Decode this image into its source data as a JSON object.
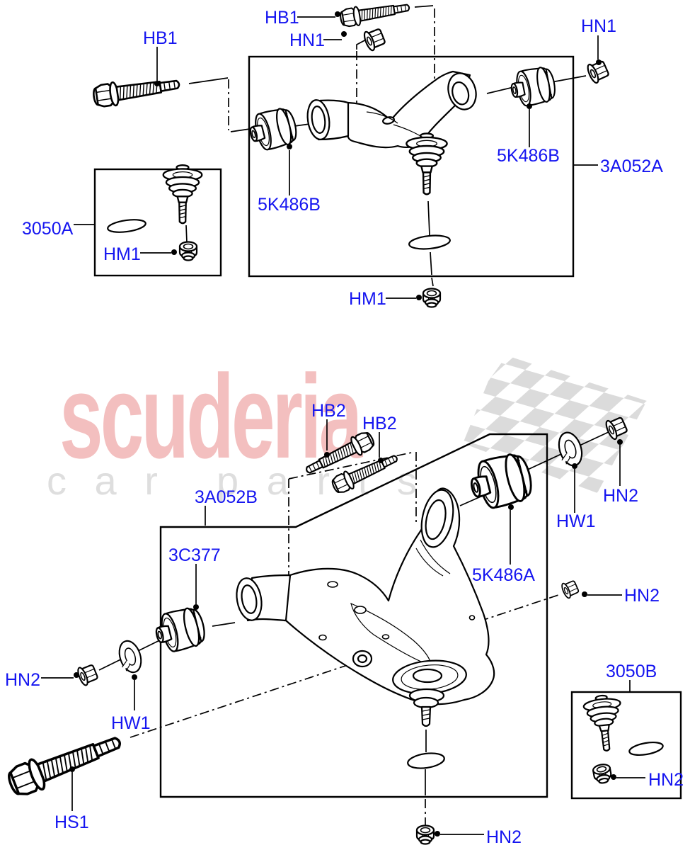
{
  "diagram_type": "exploded-parts-diagram-front-suspension-control-arms",
  "colors": {
    "label_blue": "#1515F0",
    "line_black": "#000000",
    "watermark_pink": "#F3BFBF",
    "watermark_gray": "#DEDEDE",
    "flag_gray": "#DBDBDB",
    "background": "#FFFFFF"
  },
  "watermark": {
    "brand": "scuderia",
    "word1": "c a r",
    "word2": "p a r t s"
  },
  "callouts": [
    {
      "id": "hb1-upper-left-bolt",
      "text": "HB1"
    },
    {
      "id": "hb1-upper-center-bolt",
      "text": "HB1"
    },
    {
      "id": "hn1-upper-center-nut",
      "text": "HN1"
    },
    {
      "id": "hn1-upper-right-nut",
      "text": "HN1"
    },
    {
      "id": "5k486b-left-bushing",
      "text": "5K486B"
    },
    {
      "id": "5k486b-right-bushing",
      "text": "5K486B"
    },
    {
      "id": "3a052a-upper-arm-assembly",
      "text": "3A052A"
    },
    {
      "id": "3050a-ball-joint-kit",
      "text": "3050A"
    },
    {
      "id": "hm1-kit-nut",
      "text": "HM1"
    },
    {
      "id": "hm1-arm-nut",
      "text": "HM1"
    },
    {
      "id": "hb2-bolt-1",
      "text": "HB2"
    },
    {
      "id": "hb2-bolt-2",
      "text": "HB2"
    },
    {
      "id": "3a052b-lower-arm-assembly",
      "text": "3A052B"
    },
    {
      "id": "3c377-front-bushing",
      "text": "3C377"
    },
    {
      "id": "5k486a-rear-bushing",
      "text": "5K486A"
    },
    {
      "id": "hw1-right-washer",
      "text": "HW1"
    },
    {
      "id": "hn2-top-right-nut",
      "text": "HN2"
    },
    {
      "id": "hn2-right-middle-nut",
      "text": "HN2"
    },
    {
      "id": "hn2-left-nut",
      "text": "HN2"
    },
    {
      "id": "hw1-left-washer",
      "text": "HW1"
    },
    {
      "id": "hs1-bolt",
      "text": "HS1"
    },
    {
      "id": "hn2-bottom-nut",
      "text": "HN2"
    },
    {
      "id": "3050b-ball-joint-kit",
      "text": "3050B"
    },
    {
      "id": "hn2-kit-nut",
      "text": "HN2"
    }
  ]
}
